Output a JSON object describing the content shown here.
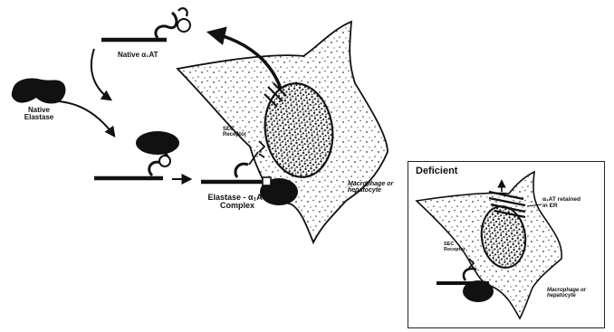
{
  "labels": {
    "native_a1at": "Native α₁AT",
    "native_elastase_line1": "Native",
    "native_elastase_line2": "Elastase",
    "serpin_receptor_line1": "SEC",
    "serpin_receptor_line2": "Receptor",
    "complex_line1": "Elastase - α₁AT",
    "complex_line2": "Complex",
    "cell_type_line1": "Macrophage or",
    "cell_type_line2": "hepatocyte"
  },
  "deficient_panel": {
    "title": "Deficient",
    "retained_line1": "α₁AT retained",
    "retained_line2": "in ER",
    "receptor_line1": "SEC",
    "receptor_line2": "Receptor",
    "cell_type_line1": "Macrophage or",
    "cell_type_line2": "hepatocyte"
  },
  "colors": {
    "ink": "#111111",
    "stipple": "#333333"
  }
}
